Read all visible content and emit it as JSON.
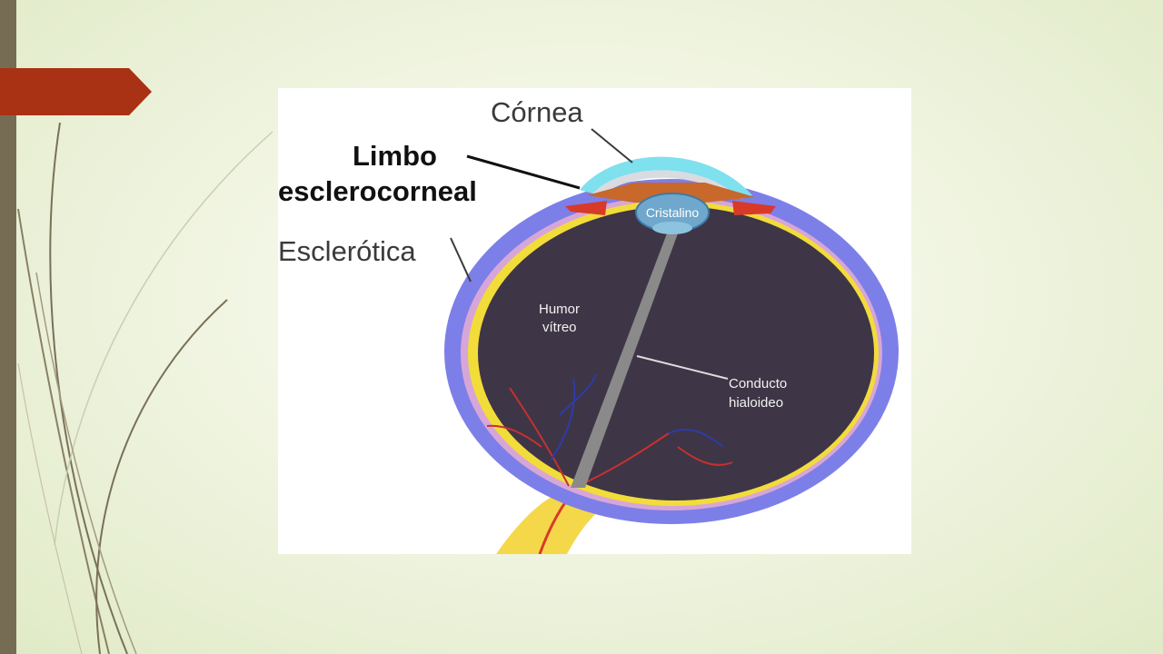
{
  "slide": {
    "accent_color": "#a93114",
    "bar_color": "#766c54"
  },
  "diagram": {
    "labels": {
      "cornea": "Córnea",
      "limbo_line1": "Limbo",
      "limbo_line2": "esclerocorneal",
      "esclerotica": "Esclerótica",
      "cristalino": "Cristalino",
      "humor_line1": "Humor",
      "humor_line2": "vítreo",
      "conducto_line1": "Conducto",
      "conducto_line2": "hialoideo"
    },
    "colors": {
      "sclera": "#7d7fe8",
      "vitreous": "#3e3646",
      "cornea": "#7fe0ee",
      "iris": "#c8682a",
      "lens": "#6fa8cc",
      "retina": "#f2dc3a",
      "optic_nerve": "#f5d84a",
      "ciliary": "#d83a2a"
    }
  }
}
